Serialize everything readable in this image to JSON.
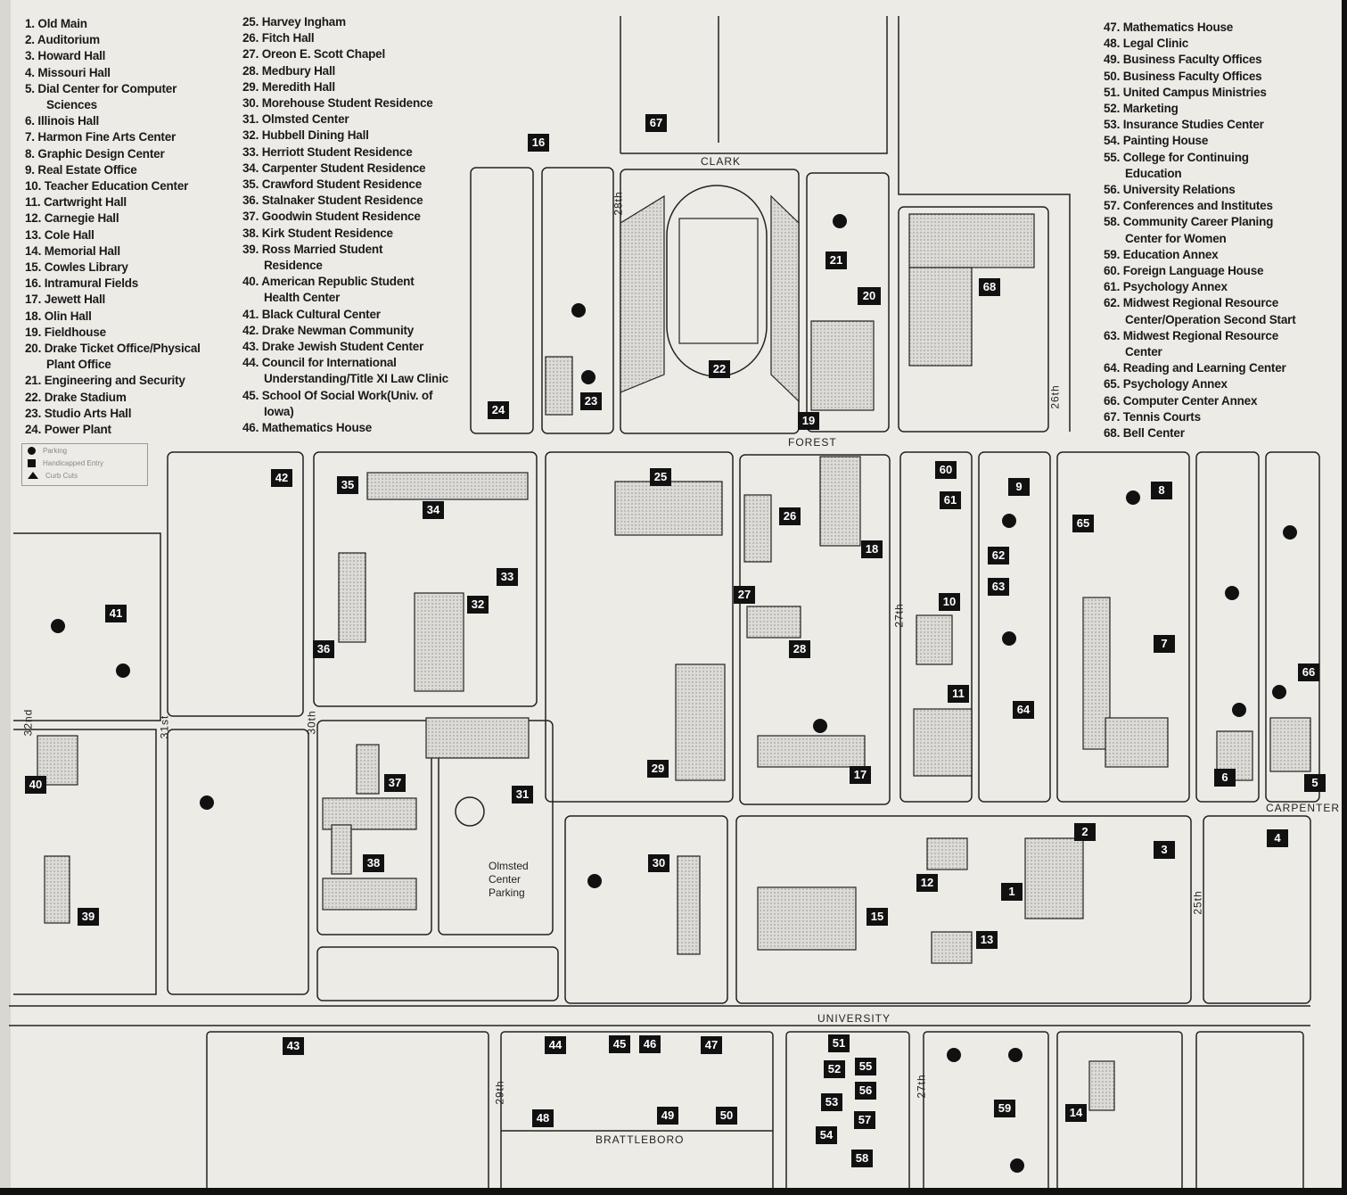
{
  "legend": {
    "col1": [
      {
        "label": "1. Old Main"
      },
      {
        "label": "2. Auditorium"
      },
      {
        "label": "3. Howard Hall"
      },
      {
        "label": "4. Missouri Hall"
      },
      {
        "label": "5. Dial Center for Computer",
        "cont": "Sciences"
      },
      {
        "label": "6. Illinois Hall"
      },
      {
        "label": "7. Harmon Fine Arts Center"
      },
      {
        "label": "8. Graphic Design Center"
      },
      {
        "label": "9. Real Estate Office"
      },
      {
        "label": "10. Teacher Education Center"
      },
      {
        "label": "11. Cartwright Hall"
      },
      {
        "label": "12. Carnegie Hall"
      },
      {
        "label": "13. Cole Hall"
      },
      {
        "label": "14. Memorial Hall"
      },
      {
        "label": "15. Cowles Library"
      },
      {
        "label": "16. Intramural Fields"
      },
      {
        "label": "17. Jewett Hall"
      },
      {
        "label": "18. Olin Hall"
      },
      {
        "label": "19. Fieldhouse"
      },
      {
        "label": "20. Drake Ticket Office/Physical",
        "cont": "Plant Office"
      },
      {
        "label": "21. Engineering and Security"
      },
      {
        "label": "22. Drake Stadium"
      },
      {
        "label": "23. Studio Arts Hall"
      },
      {
        "label": "24. Power Plant"
      }
    ],
    "col2": [
      {
        "label": "25. Harvey Ingham"
      },
      {
        "label": "26. Fitch Hall"
      },
      {
        "label": "27. Oreon E. Scott Chapel"
      },
      {
        "label": "28. Medbury Hall"
      },
      {
        "label": "29. Meredith Hall"
      },
      {
        "label": "30. Morehouse Student Residence"
      },
      {
        "label": "31. Olmsted Center"
      },
      {
        "label": "32. Hubbell Dining Hall"
      },
      {
        "label": "33. Herriott Student Residence"
      },
      {
        "label": "34. Carpenter Student Residence"
      },
      {
        "label": "35. Crawford Student Residence"
      },
      {
        "label": "36. Stalnaker Student Residence"
      },
      {
        "label": "37. Goodwin Student Residence"
      },
      {
        "label": "38. Kirk Student Residence"
      },
      {
        "label": "39. Ross Married Student",
        "cont": "Residence"
      },
      {
        "label": "40. American Republic Student",
        "cont": "Health Center"
      },
      {
        "label": "41. Black Cultural Center"
      },
      {
        "label": "42. Drake Newman Community"
      },
      {
        "label": "43. Drake Jewish Student Center"
      },
      {
        "label": "44. Council for International",
        "cont": "Understanding/Title XI Law Clinic"
      },
      {
        "label": "45. School Of Social Work(Univ. of",
        "cont": "Iowa)"
      },
      {
        "label": "46. Mathematics House"
      }
    ],
    "col3": [
      {
        "label": "47. Mathematics House"
      },
      {
        "label": "48. Legal Clinic"
      },
      {
        "label": "49. Business Faculty Offices"
      },
      {
        "label": "50. Business Faculty Offices"
      },
      {
        "label": "51. United Campus Ministries"
      },
      {
        "label": "52. Marketing"
      },
      {
        "label": "53. Insurance Studies Center"
      },
      {
        "label": "54. Painting House"
      },
      {
        "label": "55. College for Continuing",
        "cont": "Education"
      },
      {
        "label": "56. University Relations"
      },
      {
        "label": "57. Conferences and Institutes"
      },
      {
        "label": "58. Community Career Planing",
        "cont": "Center for Women"
      },
      {
        "label": "59. Education Annex"
      },
      {
        "label": "60. Foreign Language House"
      },
      {
        "label": "61. Psychology Annex"
      },
      {
        "label": "62. Midwest Regional Resource",
        "cont": "Center/Operation Second Start"
      },
      {
        "label": "63. Midwest Regional Resource",
        "cont": "Center"
      },
      {
        "label": "64. Reading and Learning Center"
      },
      {
        "label": "65. Psychology Annex"
      },
      {
        "label": "66. Computer Center Annex"
      },
      {
        "label": "67. Tennis Courts"
      },
      {
        "label": "68. Bell Center"
      }
    ]
  },
  "key": {
    "parking": "Parking",
    "handicapped": "Handicapped Entry",
    "curb": "Curb Cuts"
  },
  "streets": {
    "clark": "CLARK",
    "forest": "FOREST",
    "carpenter": "CARPENTER",
    "university": "UNIVERSITY",
    "brattleboro": "BRATTLEBORO",
    "s28": "28th",
    "s27": "27th",
    "s26": "26th",
    "s25": "25th",
    "s31": "31st",
    "s30": "30th",
    "s32": "32nd",
    "s29": "29th",
    "s27b": "27th"
  },
  "olmsted_parking": "Olmsted Center Parking",
  "markers": [
    "67",
    "16",
    "21",
    "20",
    "68",
    "22",
    "23",
    "24",
    "19",
    "42",
    "35",
    "25",
    "34",
    "26",
    "60",
    "61",
    "9",
    "8",
    "65",
    "18",
    "33",
    "62",
    "63",
    "27",
    "32",
    "10",
    "41",
    "7",
    "28",
    "36",
    "66",
    "11",
    "64",
    "29",
    "17",
    "37",
    "6",
    "5",
    "40",
    "31",
    "4",
    "2",
    "3",
    "38",
    "30",
    "12",
    "1",
    "15",
    "39",
    "13",
    "43",
    "44",
    "45",
    "46",
    "47",
    "51",
    "52",
    "55",
    "56",
    "53",
    "57",
    "54",
    "58",
    "48",
    "49",
    "50",
    "59",
    "14"
  ]
}
